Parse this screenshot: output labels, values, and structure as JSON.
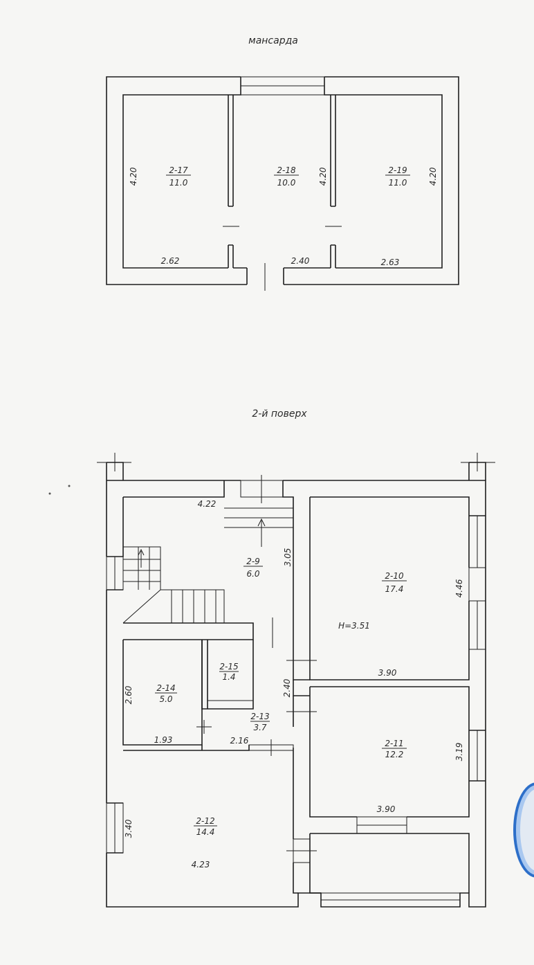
{
  "floors": [
    {
      "title": "мансарда",
      "rooms": [
        {
          "id": "2-17",
          "area": "11.0",
          "dims": [
            "4.20",
            "2.62"
          ]
        },
        {
          "id": "2-18",
          "area": "10.0",
          "dims": [
            "4.20",
            "2.40"
          ]
        },
        {
          "id": "2-19",
          "area": "11.0",
          "dims": [
            "4.20",
            "2.63"
          ]
        }
      ]
    },
    {
      "title": "2-й поверх",
      "height_label": "H=3.51",
      "rooms": [
        {
          "id": "2-9",
          "area": "6.0",
          "dims": [
            "4.22",
            "3.05"
          ]
        },
        {
          "id": "2-10",
          "area": "17.4",
          "dims": [
            "4.46",
            "3.90"
          ]
        },
        {
          "id": "2-11",
          "area": "12.2",
          "dims": [
            "3.19",
            "3.90"
          ]
        },
        {
          "id": "2-12",
          "area": "14.4",
          "dims": [
            "3.40",
            "4.23"
          ]
        },
        {
          "id": "2-13",
          "area": "3.7",
          "dims": [
            "2.40",
            "2.16"
          ]
        },
        {
          "id": "2-14",
          "area": "5.0",
          "dims": [
            "2.60",
            "1.93"
          ]
        },
        {
          "id": "2-15",
          "area": "1.4",
          "dims": []
        }
      ]
    }
  ],
  "stamp_color": "#2d6fc9"
}
